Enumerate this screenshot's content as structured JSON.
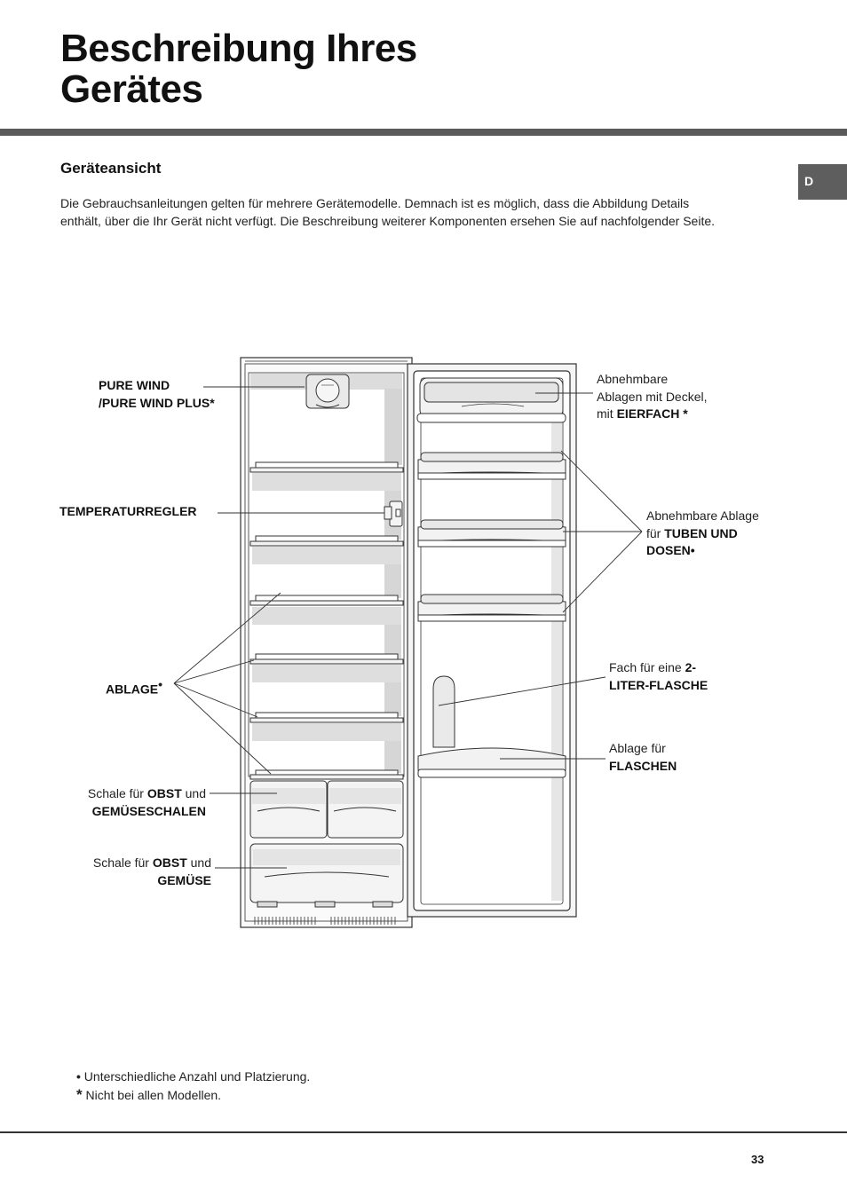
{
  "header": {
    "title_line1": "Beschreibung Ihres",
    "title_line2": "Gerätes",
    "language_tab": "D"
  },
  "section": {
    "heading": "Geräteansicht",
    "intro_line1": "Die Gebrauchsanleitungen gelten für mehrere Gerätemodelle. Demnach ist es möglich, dass die Abbildung Details",
    "intro_line2": "enthält, über die Ihr Gerät nicht verfügt. Die Beschreibung weiterer Komponenten ersehen Sie auf nachfolgender Seite."
  },
  "labels": {
    "pure_wind": {
      "line1": "PURE WIND",
      "line2": "/PURE WIND PLUS*"
    },
    "temperaturregler": "TEMPERATURREGLER",
    "ablage": {
      "text": "ABLAGE",
      "mark": "•"
    },
    "schale_gemueseschalen": {
      "prefix": "Schale für ",
      "bold1": "OBST",
      "suffix": " und",
      "line2": "GEMÜSESCHALEN"
    },
    "schale_gemuese": {
      "prefix": "Schale für ",
      "bold1": "OBST",
      "suffix": " und",
      "line2": "GEMÜSE"
    },
    "abnehmbare_ablagen": {
      "line1": "Abnehmbare",
      "line2": "Ablagen mit Deckel,",
      "line3_prefix": "mit ",
      "line3_bold": "EIERFACH",
      "line3_mark": " *"
    },
    "abnehmbare_ablage": {
      "line1": "Abnehmbare  Ablage",
      "line2_prefix": "für ",
      "line2_bold": "TUBEN UND",
      "line3": "DOSEN•"
    },
    "fach_flasche": {
      "line1_prefix": "Fach für eine ",
      "line1_bold": "2-",
      "line2": "LITER-FLASCHE"
    },
    "ablage_flaschen": {
      "line1": "Ablage  für",
      "line2": "FLASCHEN"
    }
  },
  "footnotes": {
    "bullet_mark": "•",
    "bullet_text": " Unterschiedliche Anzahl und Platzierung.",
    "star_mark": "*",
    "star_text": " Nicht bei allen Modellen."
  },
  "footer": {
    "page_number": "33"
  },
  "colors": {
    "title_bar": "#5a5a5a",
    "language_tab": "#5e5e5e",
    "line_art": "#333333"
  }
}
